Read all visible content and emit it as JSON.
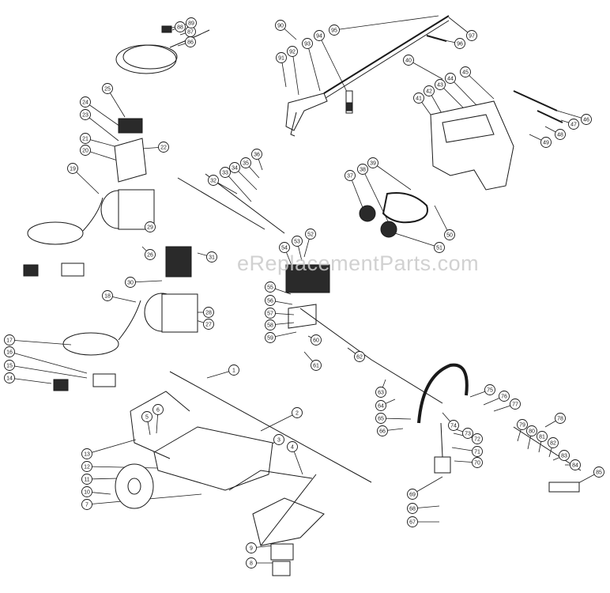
{
  "watermark": "eReplacementParts.com",
  "callouts": [
    "1",
    "2",
    "3",
    "4",
    "5",
    "6",
    "7",
    "8",
    "9",
    "10",
    "11",
    "12",
    "13",
    "14",
    "15",
    "16",
    "17",
    "18",
    "19",
    "20",
    "21",
    "22",
    "23",
    "24",
    "25",
    "26",
    "27",
    "28",
    "29",
    "30",
    "31",
    "32",
    "33",
    "34",
    "35",
    "36",
    "37",
    "38",
    "39",
    "40",
    "41",
    "42",
    "43",
    "44",
    "45",
    "46",
    "47",
    "48",
    "49",
    "50",
    "51",
    "52",
    "53",
    "54",
    "55",
    "56",
    "57",
    "58",
    "59",
    "60",
    "61",
    "62",
    "63",
    "64",
    "65",
    "66",
    "67",
    "68",
    "69",
    "70",
    "71",
    "72",
    "73",
    "74",
    "75",
    "76",
    "77",
    "78",
    "79",
    "80",
    "81",
    "82",
    "83",
    "84",
    "85",
    "86",
    "87",
    "88",
    "89",
    "90",
    "91",
    "92",
    "93",
    "94",
    "95",
    "96",
    "97"
  ],
  "colors": {
    "line": "#1a1a1a",
    "balloon_fill": "#ffffff",
    "part_fill": "#2a2a2a",
    "watermark": "#c9c9c9"
  }
}
